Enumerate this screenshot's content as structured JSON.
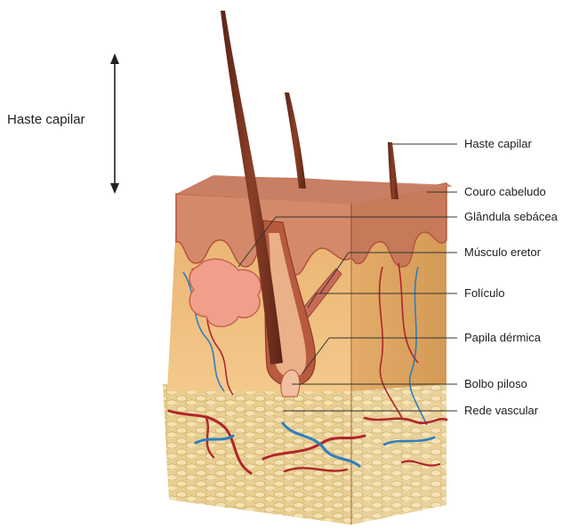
{
  "labels": {
    "shaft_left": "Haste capilar",
    "shaft_right": "Haste capilar",
    "scalp": "Couro cabeludo",
    "sebaceous_gland": "Glândula sebácea",
    "erector_muscle": "Músculo eretor",
    "follicle": "Folículo",
    "dermal_papilla": "Papila dérmica",
    "hair_bulb": "Bolbo piloso",
    "vascular_network": "Rede vascular"
  },
  "colors": {
    "epidermis_top": "#c27a5c",
    "epidermis_front": "#d68c6e",
    "dermis": "#f0c27d",
    "dermis_side": "#dca55e",
    "hypodermis": "#ecd59a",
    "hair": "#6e2f1e",
    "gland": "#f3a28c",
    "artery": "#b0262b",
    "vein": "#2e7fbf",
    "leader": "#333333"
  }
}
